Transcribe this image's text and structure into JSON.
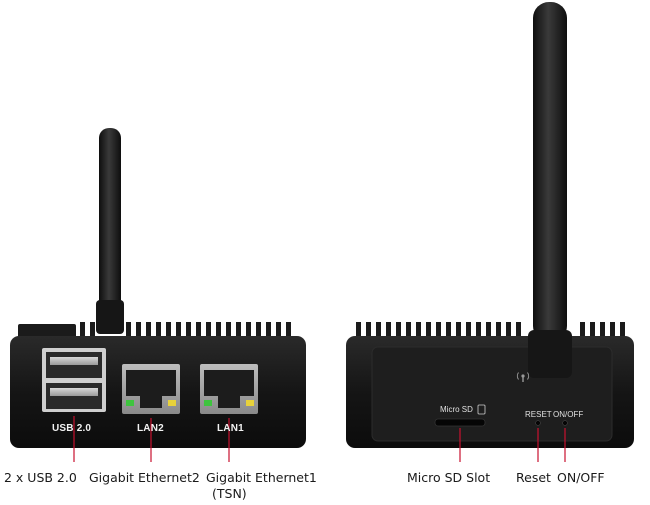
{
  "front_device": {
    "port_labels": {
      "usb": "USB 2.0",
      "lan2": "LAN2",
      "lan1": "LAN1"
    }
  },
  "back_device": {
    "panel_labels": {
      "micro_sd": "Micro SD",
      "reset": "RESET",
      "on_off": "ON/OFF"
    }
  },
  "callouts": {
    "usb": "2 x USB 2.0",
    "lan2": "Gigabit Ethernet2",
    "lan1_line1": "Gigabit Ethernet1",
    "lan1_line2": "(TSN)",
    "micro_sd": "Micro SD Slot",
    "reset": "Reset",
    "on_off": "ON/OFF"
  },
  "colors": {
    "callout_line": "#c8102e",
    "device_body": "#151515",
    "led_green": "#3ec43e",
    "led_yellow": "#e8d23a"
  }
}
